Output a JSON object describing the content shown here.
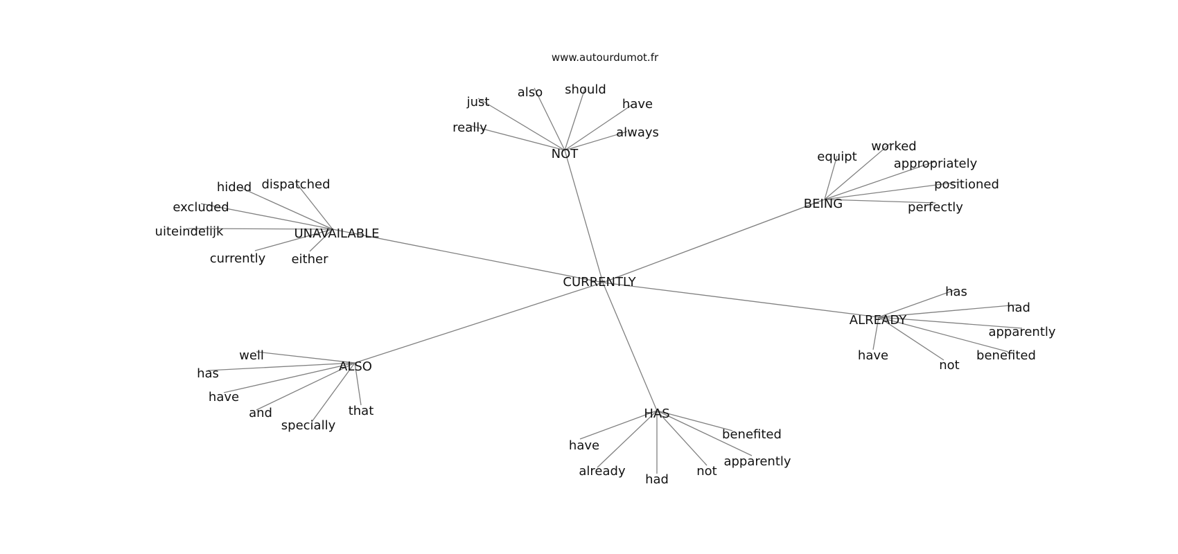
{
  "site": "www.autourdumot.fr",
  "center": "CURRENTLY",
  "hubs": [
    {
      "id": "not",
      "label": "NOT",
      "leaves": [
        "just",
        "also",
        "should",
        "have",
        "really",
        "always"
      ]
    },
    {
      "id": "being",
      "label": "BEING",
      "leaves": [
        "equipt",
        "worked",
        "appropriately",
        "positioned",
        "perfectly"
      ]
    },
    {
      "id": "unavailable",
      "label": "UNAVAILABLE",
      "leaves": [
        "hided",
        "dispatched",
        "excluded",
        "uiteindelijk",
        "currently",
        "either"
      ]
    },
    {
      "id": "already",
      "label": "ALREADY",
      "leaves": [
        "has",
        "had",
        "apparently",
        "benefited",
        "have",
        "not"
      ]
    },
    {
      "id": "also",
      "label": "ALSO",
      "leaves": [
        "well",
        "has",
        "have",
        "and",
        "specially",
        "that"
      ]
    },
    {
      "id": "has",
      "label": "HAS",
      "leaves": [
        "benefited",
        "have",
        "apparently",
        "already",
        "not",
        "had"
      ]
    }
  ]
}
